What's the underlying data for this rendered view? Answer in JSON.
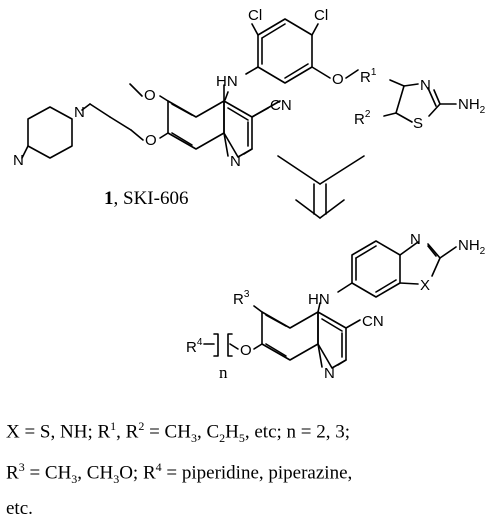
{
  "compound1": {
    "number": "1",
    "name": ", SKI-606",
    "atoms": {
      "cl_top": "Cl",
      "cl_right": "Cl",
      "hn": "HN",
      "cn": "CN",
      "n_quinoline": "N",
      "n_pip1": "N",
      "n_pip2": "N",
      "methoxy_o_top": "O",
      "methoxy_o_ring": "O",
      "ether_o": "O"
    }
  },
  "aminothiazole": {
    "r1": "R",
    "r1_sup": "1",
    "r2": "R",
    "r2_sup": "2",
    "n": "N",
    "s": "S",
    "nh2": "NH",
    "nh2_sub": "2"
  },
  "product": {
    "atoms": {
      "n_ring": "N",
      "x": "X",
      "nh2": "NH",
      "nh2_sub": "2",
      "hn": "HN",
      "cn": "CN",
      "n_quinoline": "N",
      "o": "O",
      "r3": "R",
      "r3_sup": "3",
      "r4": "R",
      "r4_sup": "4",
      "n_index": "n"
    }
  },
  "caption": {
    "line1": {
      "a": "X = S, NH; R",
      "sup1": "1",
      "b": ", R",
      "sup2": "2",
      "c": " = CH",
      "sub3": "3",
      "d": ", C",
      "sub4": "2",
      "e": "H",
      "sub5": "5",
      "f": ", etc; n = 2, 3;"
    },
    "line2": {
      "a": "R",
      "sup1": "3",
      "b": " = CH",
      "sub1": "3",
      "c": ", CH",
      "sub2": "3",
      "d": "O; R",
      "sup2": "4",
      "e": " = piperidine, piperazine,"
    },
    "line3": "etc."
  }
}
